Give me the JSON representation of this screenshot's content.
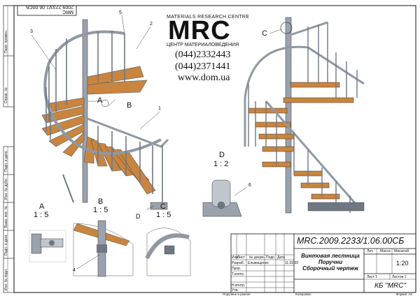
{
  "brand": {
    "centre_en": "MATERIALS RESEARCH CENTRE",
    "logo": "MRC",
    "centre_ru": "ЦЕНТР МАТЕРИАЛОВЕДЕНИЯ",
    "phone1": "(044)2332443",
    "phone2": "(044)2371441",
    "website": "www.dom.ua"
  },
  "rotated_code": "MRC 2009.2233/1.06.00СБ",
  "left_strip": [
    "Перв. примен.",
    "Справ. №",
    "Подп. и дата",
    "Инв. № дубл.",
    "Взам. инв. №",
    "Подп. и дата",
    "Инв. № подл."
  ],
  "labels": {
    "callouts": [
      "1",
      "2",
      "3",
      "4",
      "5",
      "6"
    ],
    "view_a": "A",
    "view_b": "B",
    "view_c": "C",
    "view_d": "D",
    "scale_a": "1 : 5",
    "scale_b": "1 : 5",
    "scale_c": "1 : 5",
    "scale_d": "1 : 2"
  },
  "title_block": {
    "code": "MRC.2009.2233/1.06.00СБ",
    "name1": "Винтовая лестница",
    "name2": "Поручни",
    "name3": "Сборочный чертеж",
    "lit": "Лит.",
    "mass": "Масса",
    "scale_hdr": "Масштаб",
    "scale": "1:20",
    "sheet": "Лист 1",
    "sheets": "Листов 1",
    "org": "КБ \"MRC\"",
    "rows": [
      "Изм.",
      "Лист",
      "№ докум.",
      "Подп.",
      "Дата"
    ],
    "roles": [
      "Разраб.",
      "Пров.",
      "Т.контр.",
      "",
      "Н.контр.",
      "Утв."
    ],
    "developer": "Ельмащенко",
    "date": "11.02.09",
    "bottom": [
      "Поручень и разное",
      "Копировал",
      "Формат А3"
    ]
  }
}
